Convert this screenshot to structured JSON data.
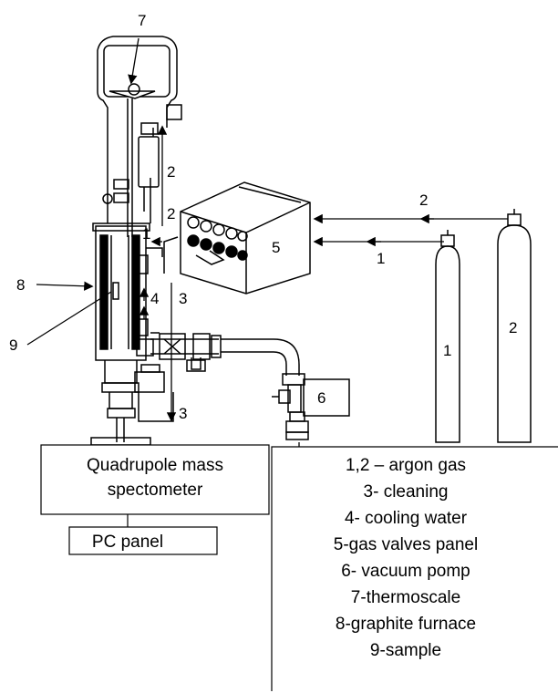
{
  "component_numbers": {
    "thermoscale": "7",
    "argon_line_upper_top": "2",
    "argon_line_upper_mid": "2",
    "argon_line_1_left": "1",
    "argon_line_2_right": "2",
    "argon_line_1_right": "1",
    "gas_panel": "5",
    "graphite_furnace": "8",
    "sample": "9",
    "cooling_water": "4",
    "cleaning_upper": "3",
    "cleaning_lower": "3",
    "vacuum_pump": "6",
    "cylinder_1": "1",
    "cylinder_2": "2"
  },
  "mass_spec_box": {
    "line1": "Quadrupole mass",
    "line2": "spectometer"
  },
  "pc_box": {
    "label": "PC panel"
  },
  "legend": [
    "1,2 – argon gas",
    "3- cleaning",
    "4- cooling water",
    "5-gas valves panel",
    "6- vacuum pomp",
    "7-thermoscale",
    "8-graphite furnace",
    "9-sample"
  ]
}
